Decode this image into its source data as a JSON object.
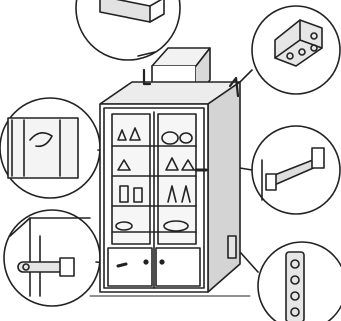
{
  "figure": {
    "caption_fragment": "",
    "subject": "cabinet-with-anchor-brackets",
    "callouts": [
      "top-box-detail",
      "corner-bracket-detail",
      "door-handle-detail",
      "wall-strap-detail",
      "floor-latch-detail",
      "side-plate-detail"
    ]
  },
  "colors": {
    "line": "#222222",
    "fill": "#ffffff",
    "shade": "#d6d6d6"
  }
}
